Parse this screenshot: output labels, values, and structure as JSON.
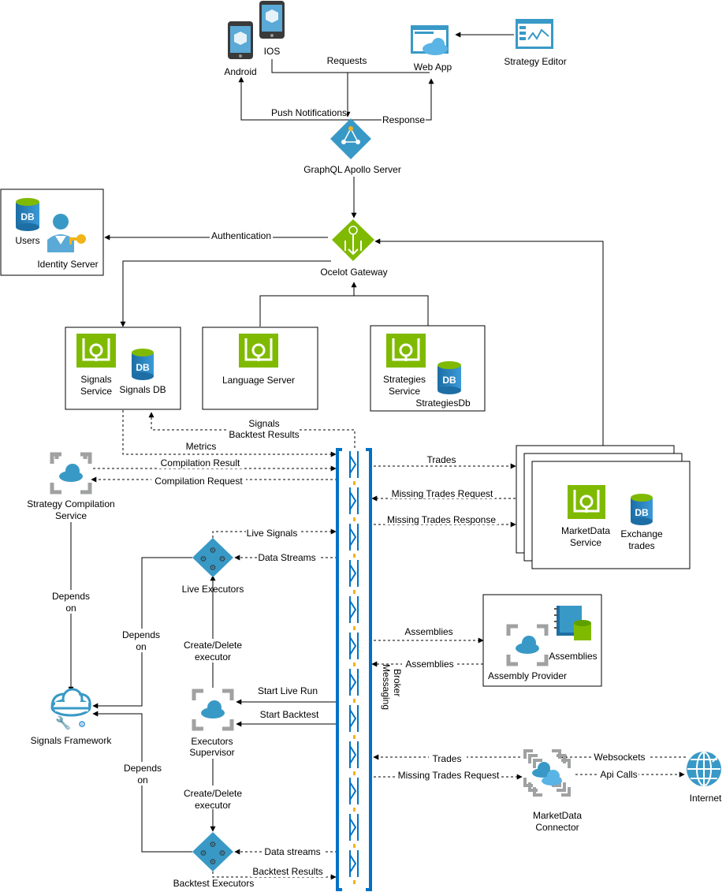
{
  "clients": {
    "android": "Android",
    "ios": "IOS",
    "web_app": "Web App",
    "strategy_editor": "Strategy Editor"
  },
  "edges": {
    "requests": "Requests",
    "push_notifications": "Push Notifications",
    "response": "Response",
    "authentication": "Authentication",
    "signals_backtest_1": "Signals",
    "signals_backtest_2": "Backtest Results",
    "metrics": "Metrics",
    "compilation_result": "Compilation Result",
    "compilation_request": "Compilation Request",
    "live_signals": "Live Signals",
    "data_streams": "Data Streams",
    "create_delete_1a": "Create/Delete",
    "create_delete_1b": "executor",
    "start_live_run": "Start Live Run",
    "start_backtest": "Start Backtest",
    "create_delete_2a": "Create/Delete",
    "create_delete_2b": "executor",
    "data_streams_lower": "Data streams",
    "backtest_results": "Backtest Results",
    "depends_on_a": "Depends",
    "depends_on_b": "on",
    "trades": "Trades",
    "missing_trades_request": "Missing Trades Request",
    "missing_trades_response": "Missing Trades Response",
    "assemblies_out": "Assemblies",
    "assemblies_in": "Assemblies",
    "trades_connector": "Trades",
    "missing_trades_request_connector": "Missing Trades Request",
    "websockets": "Websockets",
    "api_calls": "Api Calls"
  },
  "nodes": {
    "graphql": "GraphQL Apollo Server",
    "identity_users": "Users",
    "identity_server": "Identity Server",
    "ocelot": "Ocelot Gateway",
    "signals_service_1": "Signals",
    "signals_service_2": "Service",
    "signals_db": "Signals DB",
    "language_server": "Language Server",
    "strategies_service_1": "Strategies",
    "strategies_service_2": "Service",
    "strategies_db": "StrategiesDb",
    "strategy_compilation_1": "Strategy Compilation",
    "strategy_compilation_2": "Service",
    "live_executors": "Live Executors",
    "signals_framework": "Signals Framework",
    "executors_supervisor_1": "Executors",
    "executors_supervisor_2": "Supervisor",
    "backtest_executors": "Backtest Executors",
    "messaging_broker_1": "Messaging",
    "messaging_broker_2": "Broker",
    "marketdata_service_1": "MarketData",
    "marketdata_service_2": "Service",
    "exchange_trades_1": "Exchange",
    "exchange_trades_2": "trades",
    "assemblies_db": "Assemblies",
    "assembly_provider": "Assembly Provider",
    "marketdata_connector_1": "MarketData",
    "marketdata_connector_2": "Connector",
    "internet": "Internet",
    "db_badge": "DB"
  },
  "colors": {
    "azure_blue": "#3999c6",
    "green": "#7fba00",
    "gray": "#a0a1a2",
    "broker_blue": "#0072c6",
    "gold": "#f2b41b"
  }
}
